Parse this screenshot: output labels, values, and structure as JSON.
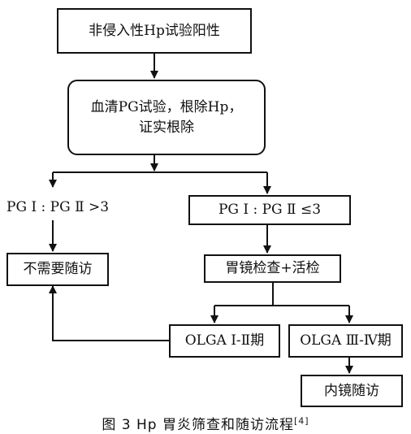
{
  "nodes": {
    "start": "非侵入性Hp试验阳性",
    "serum_line1": "血清PG试验，根除Hp，",
    "serum_line2": "证实根除",
    "pg_ratio_high": "PG Ⅰ : PG Ⅱ >3",
    "pg_ratio_low": "PG Ⅰ : PG Ⅱ ≤3",
    "no_followup": "不需要随访",
    "gastroscopy": "胃镜检查+活检",
    "olga_low": "OLGA Ⅰ-Ⅱ期",
    "olga_high": "OLGA Ⅲ-Ⅳ期",
    "endoscopy_followup": "内镜随访"
  },
  "caption": {
    "text": "图 3   Hp 胃炎筛查和随访流程",
    "ref": "[4]"
  }
}
